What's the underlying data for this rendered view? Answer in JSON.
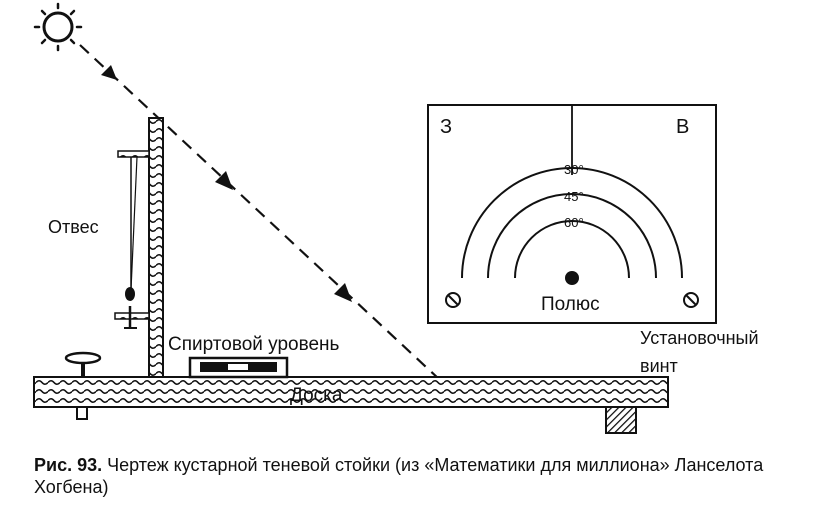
{
  "diagram": {
    "labels": {
      "plumb": "Отвес",
      "level": "Спиртовой уровень",
      "board": "Доска",
      "pole": "Полюс",
      "screw_line1": "Установочный",
      "screw_line2": "винт",
      "west": "З",
      "east": "В",
      "angle_30": "30°",
      "angle_45": "45°",
      "angle_60": "60°"
    }
  },
  "caption": {
    "number": "Рис. 93.",
    "text": " Чертеж кустарной теневой стойки (из «Математики для миллиона» Ланселота Хогбена)"
  }
}
